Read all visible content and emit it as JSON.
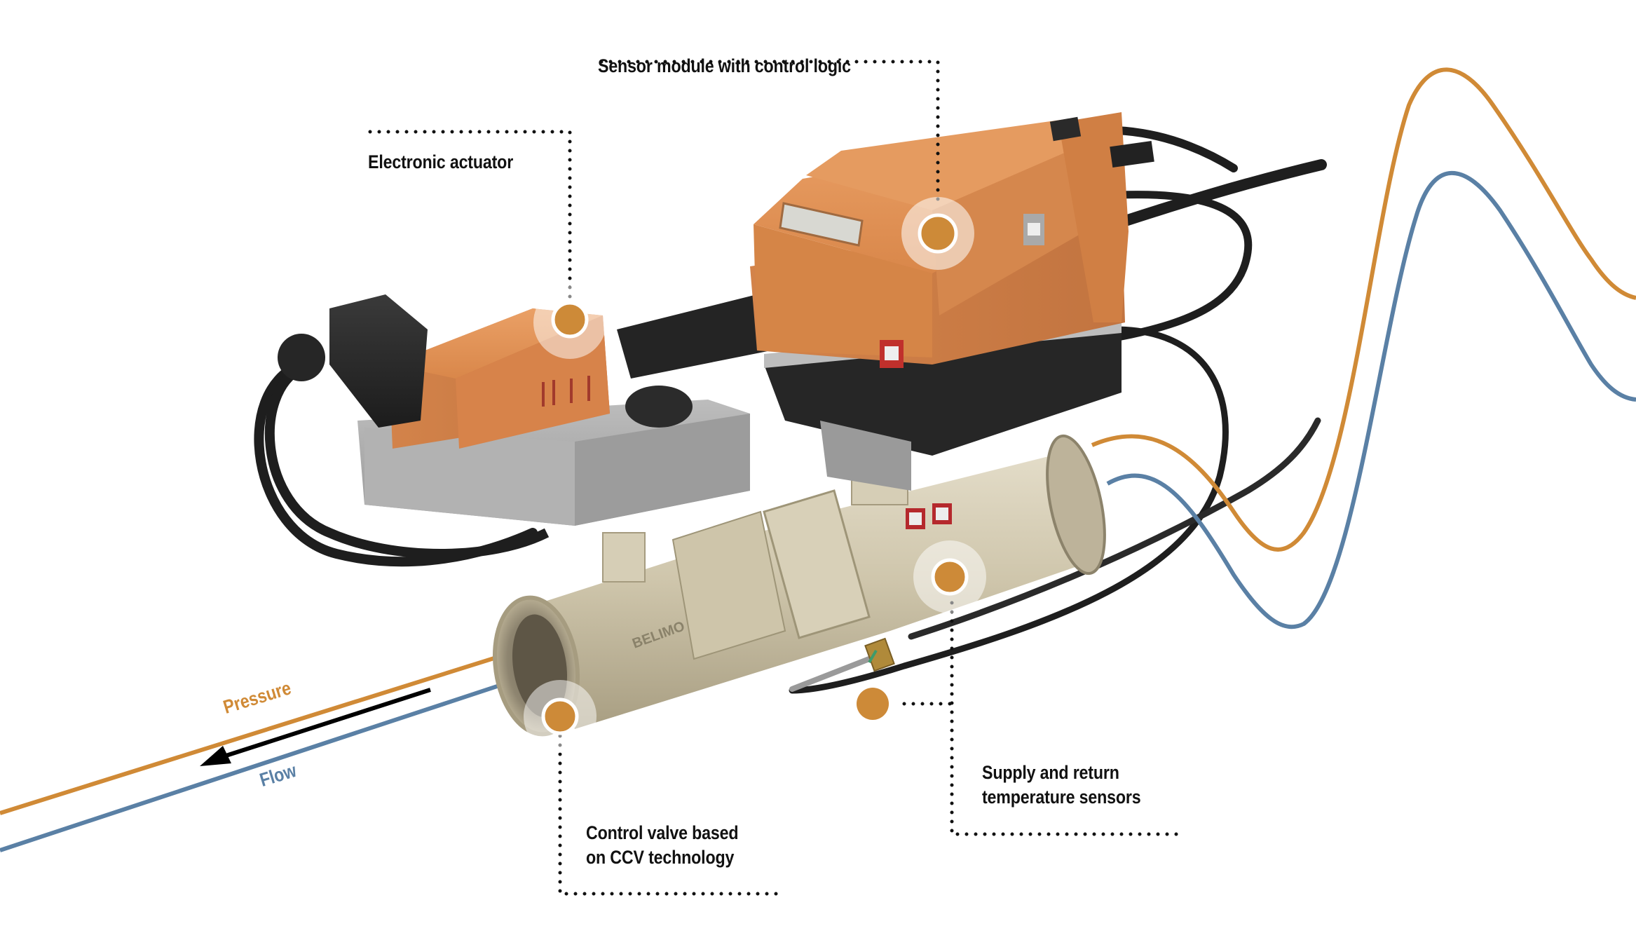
{
  "diagram": {
    "subject": "Electronic control valve assembly with sensor module",
    "brand_mark": "BELIMO",
    "colors": {
      "pressure": "#D08A36",
      "flow": "#5A80A5",
      "hotspot": "#CD8A38",
      "actuator_orange": "#DD8A4F",
      "housing_grey": "#A8A8A8",
      "brass": "#C9BFA6",
      "cable": "#1E1E1E",
      "leader_dots": "#111111",
      "label_text": "#111111"
    },
    "callouts": [
      {
        "id": "sensor-module",
        "label": "Sensor module with control logic"
      },
      {
        "id": "electronic-actuator",
        "label": "Electronic actuator"
      },
      {
        "id": "control-valve",
        "label": "Control valve based\non CCV technology"
      },
      {
        "id": "temperature-sensors",
        "label": "Supply and return\ntemperature sensors"
      }
    ],
    "signal_lines": [
      {
        "id": "pressure",
        "label": "Pressure"
      },
      {
        "id": "flow",
        "label": "Flow"
      }
    ],
    "flow_arrow": {
      "direction": "left",
      "icon": "arrow-left-icon"
    }
  }
}
